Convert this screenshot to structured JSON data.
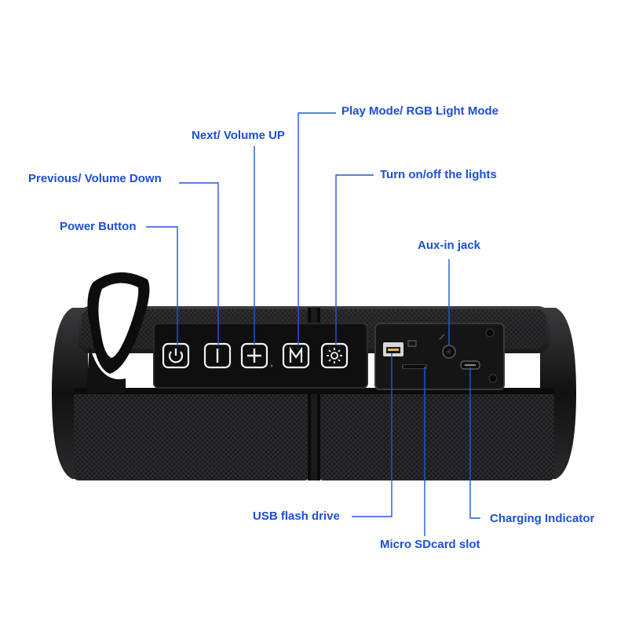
{
  "colors": {
    "label": "#1c4fd1",
    "leader": "#2457d6",
    "body": "#161616",
    "panel": "#0f0f10",
    "button_glyph": "#f2f2f2"
  },
  "callouts": {
    "power": "Power Button",
    "previous": "Previous/ Volume Down",
    "next": "Next/ Volume UP",
    "play_mode": "Play Mode/ RGB Light Mode",
    "lights": "Turn on/off the lights",
    "aux": "Aux-in jack",
    "usb": "USB flash drive",
    "sd": "Micro SDcard slot",
    "charging": "Charging Indicator"
  },
  "buttons": [
    {
      "icon": "power-icon"
    },
    {
      "icon": "minus-icon"
    },
    {
      "icon": "plus-icon"
    },
    {
      "icon": "m-icon"
    },
    {
      "icon": "sun-icon"
    }
  ]
}
